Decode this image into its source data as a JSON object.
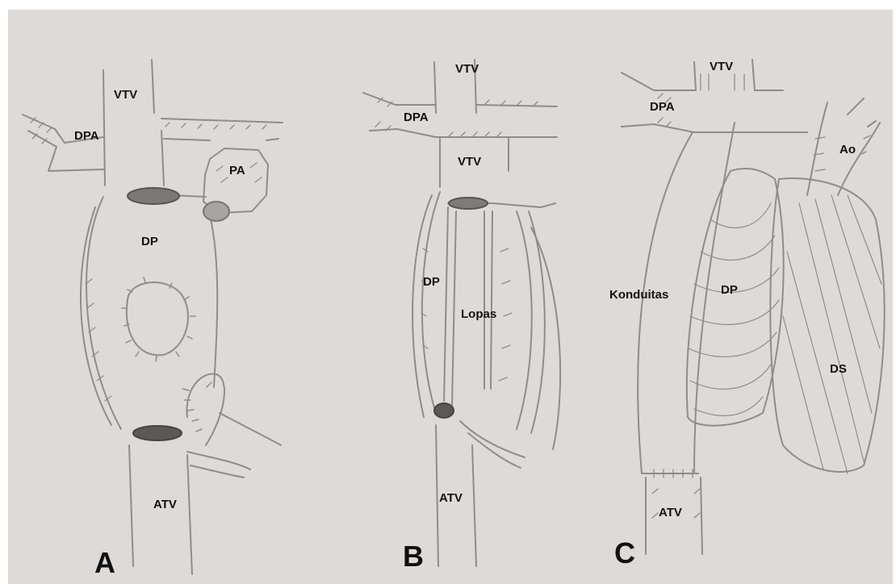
{
  "colors": {
    "paper": "#dedad8",
    "pencil": "#8f8c8a",
    "shade": "#6e6b69",
    "ink": "#111111"
  },
  "panels": {
    "a": {
      "letter": "A",
      "labels": {
        "vtv": "VTV",
        "dpa": "DPA",
        "pa": "PA",
        "dp": "DP",
        "atv": "ATV"
      }
    },
    "b": {
      "letter": "B",
      "labels": {
        "vtv_top": "VTV",
        "dpa": "DPA",
        "vtv_mid": "VTV",
        "dp": "DP",
        "lopas": "Lopas",
        "atv": "ATV"
      }
    },
    "c": {
      "letter": "C",
      "labels": {
        "vtv": "VTV",
        "dpa": "DPA",
        "ao": "Ao",
        "konduitas": "Konduitas",
        "dp": "DP",
        "ds": "DS",
        "atv": "ATV"
      }
    }
  }
}
